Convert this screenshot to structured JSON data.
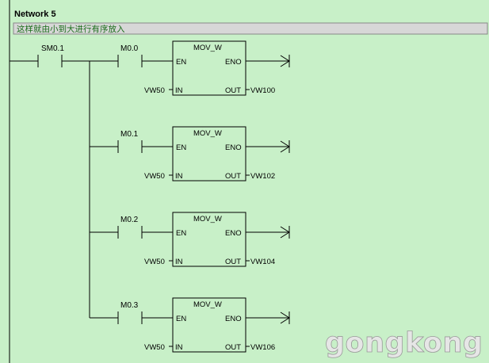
{
  "network": {
    "title": "Network 5",
    "comment": "这样就由小到大进行有序放入"
  },
  "rungs": [
    {
      "main_contact": "SM0.1",
      "branches": [
        {
          "contact": "M0.0",
          "block": "MOV_W",
          "en": "EN",
          "eno": "ENO",
          "in_pin": "IN",
          "out_pin": "OUT",
          "in_operand": "VW50",
          "out_operand": "VW100"
        },
        {
          "contact": "M0.1",
          "block": "MOV_W",
          "en": "EN",
          "eno": "ENO",
          "in_pin": "IN",
          "out_pin": "OUT",
          "in_operand": "VW50",
          "out_operand": "VW102"
        },
        {
          "contact": "M0.2",
          "block": "MOV_W",
          "en": "EN",
          "eno": "ENO",
          "in_pin": "IN",
          "out_pin": "OUT",
          "in_operand": "VW50",
          "out_operand": "VW104"
        },
        {
          "contact": "M0.3",
          "block": "MOV_W",
          "en": "EN",
          "eno": "ENO",
          "in_pin": "IN",
          "out_pin": "OUT",
          "in_operand": "VW50",
          "out_operand": "VW106"
        }
      ]
    }
  ],
  "watermark": "gongkong",
  "colors": {
    "background": "#c8f0c8",
    "comment_bg": "#d7d7d7",
    "comment_text": "#1a6d1a",
    "line": "#000000"
  }
}
